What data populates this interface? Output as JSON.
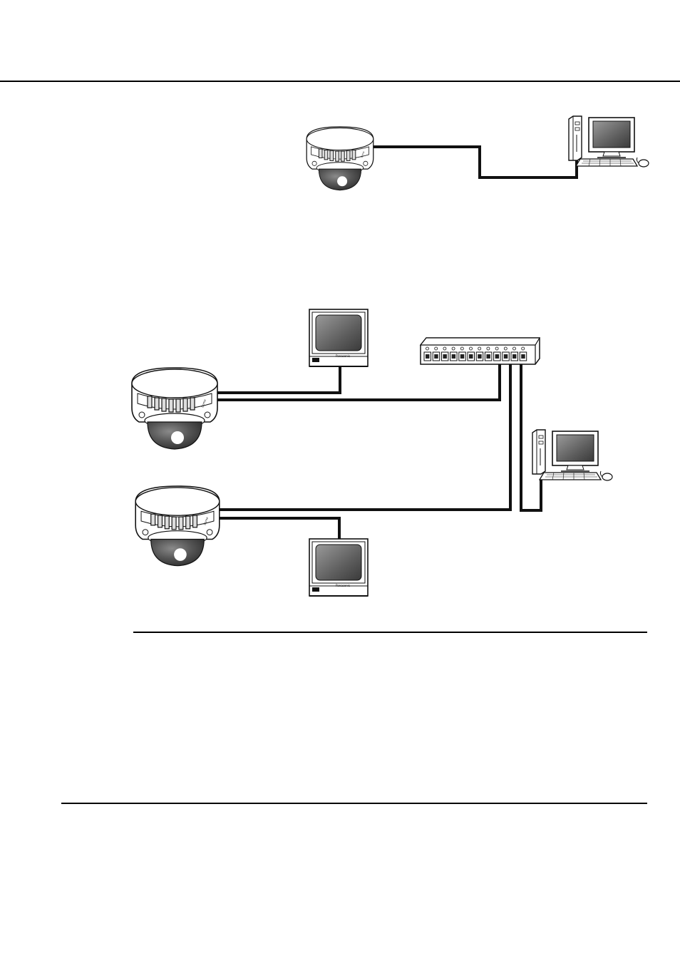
{
  "page": {
    "header_rule": "solid",
    "note_box": {
      "top_rule": "solid",
      "bottom_rule": "solid"
    }
  },
  "diagrams": [
    {
      "id": "simple-connection",
      "devices": [
        {
          "kind": "dome-camera",
          "icon": "dome-camera-icon"
        },
        {
          "kind": "personal-computer",
          "icon": "pc-icon"
        }
      ],
      "cables": [
        "camera-to-pc"
      ]
    },
    {
      "id": "network-connection",
      "devices": [
        {
          "kind": "video-monitor",
          "icon": "monitor-icon"
        },
        {
          "kind": "network-switch",
          "icon": "hub-icon",
          "ports": 12
        },
        {
          "kind": "dome-camera",
          "icon": "dome-camera-icon"
        },
        {
          "kind": "personal-computer",
          "icon": "pc-icon"
        },
        {
          "kind": "dome-camera",
          "icon": "dome-camera-icon"
        },
        {
          "kind": "video-monitor",
          "icon": "monitor-icon"
        }
      ],
      "cables": [
        "camera1-to-monitor1",
        "camera1-to-switch",
        "camera2-to-switch",
        "switch-to-pc",
        "camera2-to-monitor2"
      ]
    }
  ],
  "colors": {
    "line": "#111111",
    "dome_glass": "#4a4a4a",
    "screen": "#5a5a5a",
    "background": "#ffffff"
  }
}
